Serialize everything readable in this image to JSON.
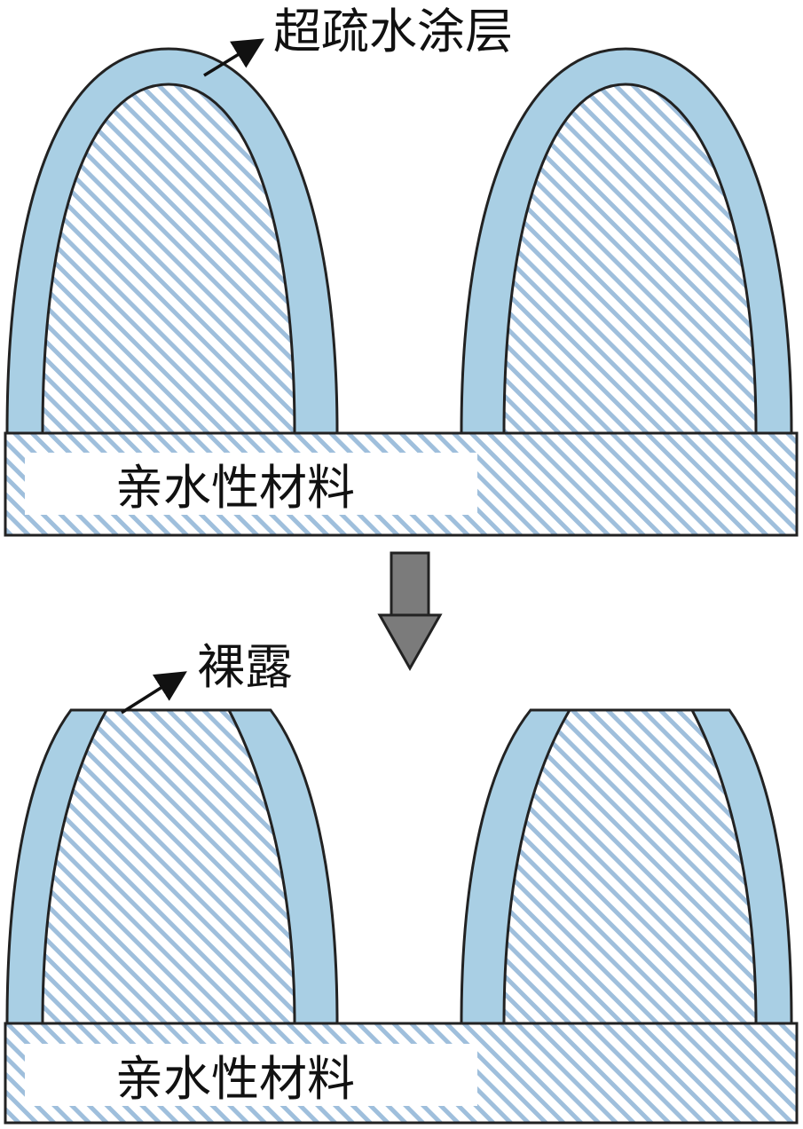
{
  "labels": {
    "coating": "超疏水涂层",
    "material_top": "亲水性材料",
    "exposed": "裸露",
    "material_bottom": "亲水性材料"
  },
  "colors": {
    "coating_fill": "#a9cfe4",
    "hatch_stripe": "#9fbfdc",
    "hatch_background": "#ffffff",
    "outline": "#222222",
    "process_arrow_fill": "#7b7b7b",
    "label_box": "#ffffff",
    "text": "#111111"
  }
}
